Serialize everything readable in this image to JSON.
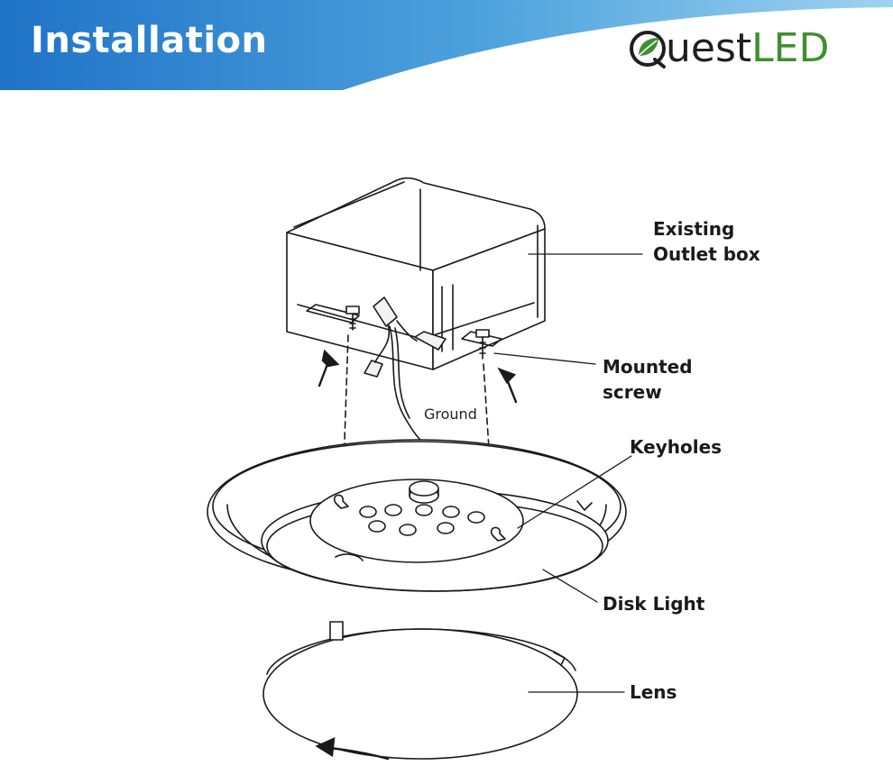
{
  "header": {
    "title": "Installation",
    "logo": {
      "brand_q_part": "uest",
      "brand_led_part": "LED",
      "colors": {
        "dark": "#1f1f1f",
        "green": "#3f8f2f"
      }
    },
    "banner_colors": {
      "dark_blue": "#1f73c7",
      "light_blue": "#7fc0ea"
    }
  },
  "diagram": {
    "labels": {
      "outlet_box_line1": "Existing",
      "outlet_box_line2": "Outlet box",
      "mounted_screw_line1": "Mounted",
      "mounted_screw_line2": "screw",
      "keyholes": "Keyholes",
      "disk_light": "Disk Light",
      "lens": "Lens",
      "ground": "Ground"
    },
    "icons": [
      "up-arrow-icon",
      "rotate-arrow-icon",
      "leaf-icon"
    ]
  }
}
